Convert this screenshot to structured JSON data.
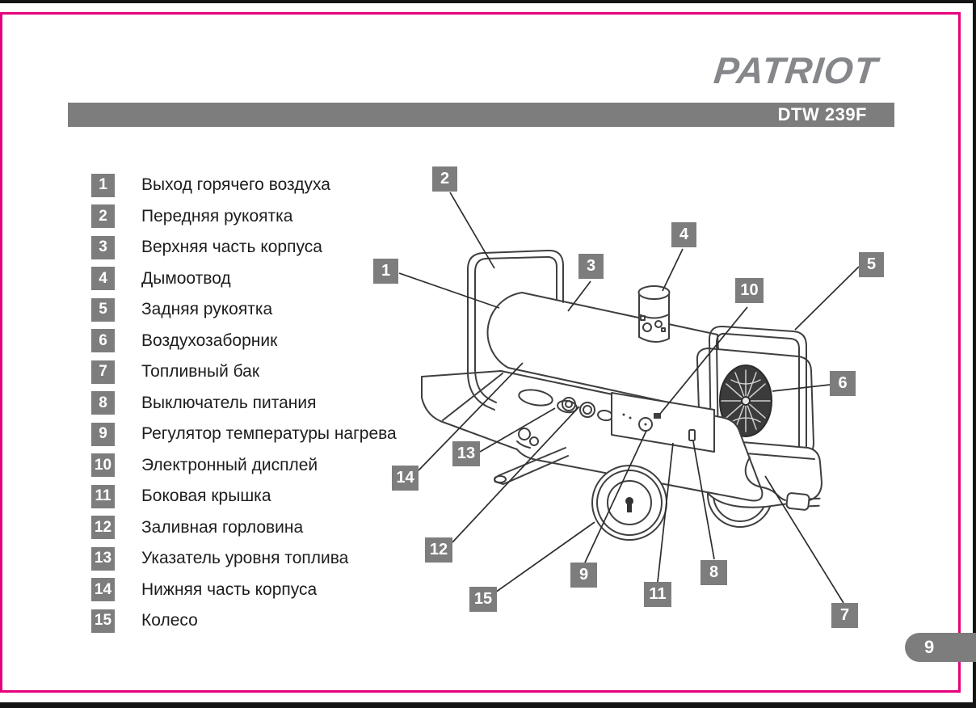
{
  "header": {
    "brand": "PATRIOT",
    "model": "DTW 239F"
  },
  "footer": {
    "page_number": "9"
  },
  "colors": {
    "accent_pink": "#e6007e",
    "ui_gray": "#7d7d7d"
  },
  "parts_list": {
    "items": [
      {
        "num": "1",
        "label": "Выход горячего воздуха"
      },
      {
        "num": "2",
        "label": "Передняя рукоятка"
      },
      {
        "num": "3",
        "label": "Верхняя часть корпуса"
      },
      {
        "num": "4",
        "label": "Дымоотвод"
      },
      {
        "num": "5",
        "label": "Задняя рукоятка"
      },
      {
        "num": "6",
        "label": "Воздухозаборник"
      },
      {
        "num": "7",
        "label": "Топливный бак"
      },
      {
        "num": "8",
        "label": "Выключатель питания"
      },
      {
        "num": "9",
        "label": "Регулятор температуры нагрева"
      },
      {
        "num": "10",
        "label": "Электронный дисплей"
      },
      {
        "num": "11",
        "label": "Боковая крышка"
      },
      {
        "num": "12",
        "label": "Заливная горловина"
      },
      {
        "num": "13",
        "label": "Указатель уровня топлива"
      },
      {
        "num": "14",
        "label": "Нижняя часть корпуса"
      },
      {
        "num": "15",
        "label": "Колесо"
      }
    ]
  }
}
